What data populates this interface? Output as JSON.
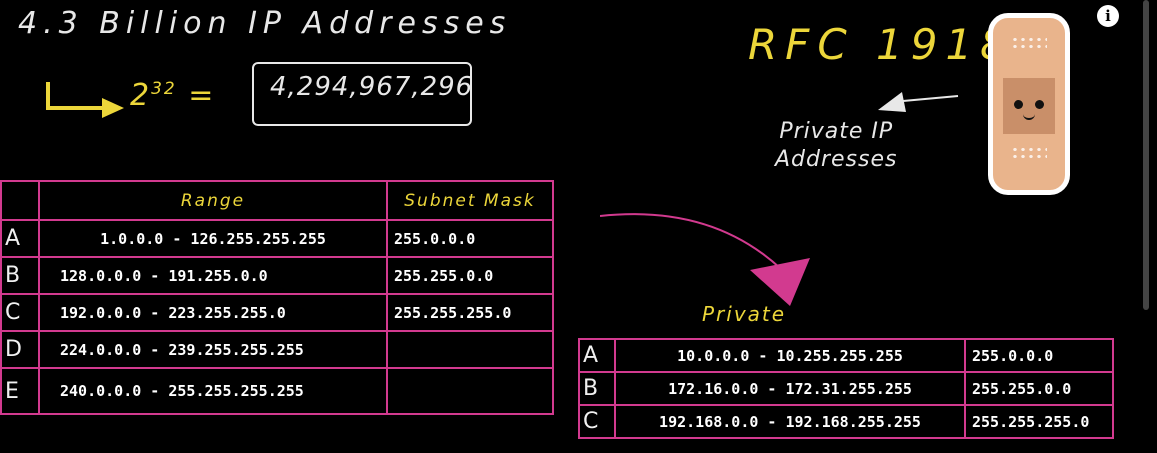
{
  "title": "4.3 Billion IP Addresses",
  "power": {
    "base": "2",
    "exponent": "32",
    "equals": "="
  },
  "address_count": "4,294,967,296",
  "rfc": "RFC 1918",
  "private_label_line1": "Private IP",
  "private_label_line2": "Addresses",
  "private_table_title": "Private",
  "info_button": "i",
  "main_table": {
    "headers": {
      "range": "Range",
      "mask": "Subnet Mask"
    },
    "rows": [
      {
        "class": "A",
        "range": "1.0.0.0 - 126.255.255.255",
        "mask": "255.0.0.0"
      },
      {
        "class": "B",
        "range": "128.0.0.0 - 191.255.0.0",
        "mask": "255.255.0.0"
      },
      {
        "class": "C",
        "range": "192.0.0.0 - 223.255.255.0",
        "mask": "255.255.255.0"
      },
      {
        "class": "D",
        "range": "224.0.0.0 - 239.255.255.255",
        "mask": ""
      },
      {
        "class": "E",
        "range": "240.0.0.0 - 255.255.255.255",
        "mask": ""
      }
    ]
  },
  "private_table": {
    "rows": [
      {
        "class": "A",
        "range": "10.0.0.0 - 10.255.255.255",
        "mask": "255.0.0.0"
      },
      {
        "class": "B",
        "range": "172.16.0.0 - 172.31.255.255",
        "mask": "255.255.0.0"
      },
      {
        "class": "C",
        "range": "192.168.0.0 - 192.168.255.255",
        "mask": "255.255.255.0"
      }
    ]
  },
  "colors": {
    "background": "#000000",
    "ink_white": "#e8e8e8",
    "ink_yellow": "#ecd63a",
    "table_border": "#d23a8f",
    "bandage": "#e9b48c"
  }
}
